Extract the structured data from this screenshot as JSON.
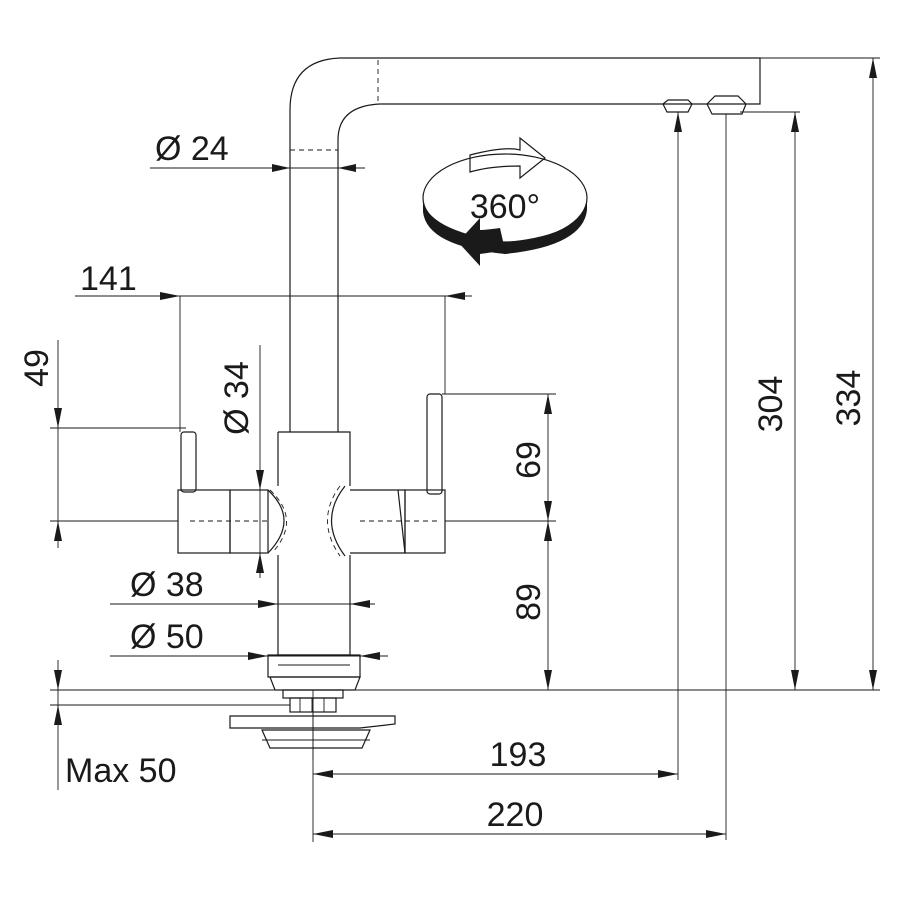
{
  "dimensions": {
    "spout_diameter": "Ø 24",
    "rotation": "360°",
    "handle_span": "141",
    "handle_height": "49",
    "handle_diameter": "Ø 34",
    "lever_height": "69",
    "body_diameter": "Ø 38",
    "base_diameter": "Ø 50",
    "body_height": "89",
    "max_deck": "Max 50",
    "spout_reach": "193",
    "total_reach": "220",
    "spout_height": "304",
    "total_height": "334"
  }
}
